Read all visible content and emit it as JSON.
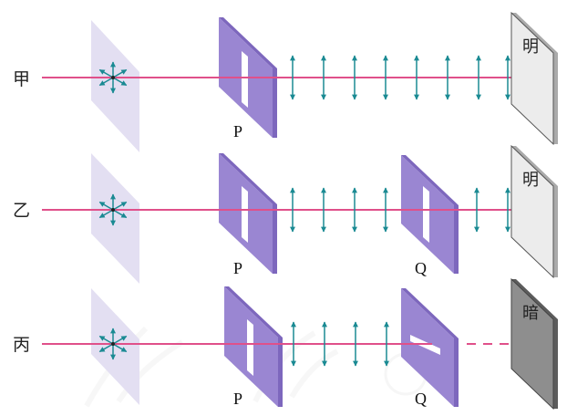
{
  "rows": [
    {
      "label": "甲",
      "polarizer_labels": [
        "P"
      ],
      "screen_text": "明",
      "screen_state": "bright"
    },
    {
      "label": "乙",
      "polarizer_labels": [
        "P",
        "Q"
      ],
      "screen_text": "明",
      "screen_state": "bright"
    },
    {
      "label": "丙",
      "polarizer_labels": [
        "P",
        "Q"
      ],
      "screen_text": "暗",
      "screen_state": "dark"
    }
  ],
  "colors": {
    "beam": "#e0508a",
    "vibration_arrow": "#1a8a93",
    "polarizer_front": "#9a86d2",
    "polarizer_side": "#7d67bd",
    "source_plate": "#e3dff2",
    "screen_bright": "#ececec",
    "screen_dark": "#8e8e8e"
  },
  "icons": {
    "source": "unpolarized-light-star-icon",
    "arrow": "double-headed-arrow-icon"
  }
}
